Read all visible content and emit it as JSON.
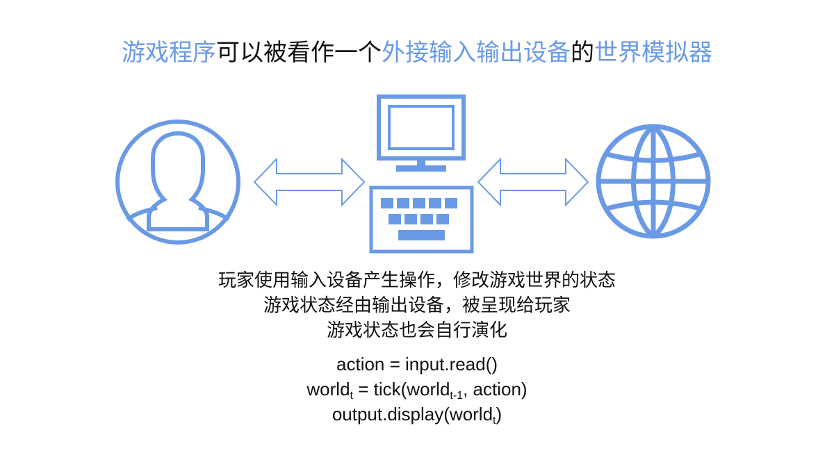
{
  "title": {
    "parts": [
      {
        "text": "游戏程序",
        "highlight": true
      },
      {
        "text": "可以被看作一个",
        "highlight": false
      },
      {
        "text": "外接输入输出设备",
        "highlight": true
      },
      {
        "text": "的",
        "highlight": false
      },
      {
        "text": "世界模拟器",
        "highlight": true
      }
    ]
  },
  "colors": {
    "accent": "#6a9ae6",
    "text": "#111111"
  },
  "icons": {
    "left": "user-icon",
    "center": "computer-icon",
    "right": "globe-icon",
    "arrows": "double-arrow-icon"
  },
  "description": {
    "lines": [
      "玩家使用输入设备产生操作，修改游戏世界的状态",
      "游戏状态经由输出设备，被呈现给玩家",
      "游戏状态也会自行演化"
    ]
  },
  "code": {
    "line1": "action = input.read()",
    "line2_prefix": "world",
    "line2_sub1": "t",
    "line2_mid": " = tick(world",
    "line2_sub2": "t-1",
    "line2_suffix": ", action)",
    "line3_prefix": "output.display(world",
    "line3_sub": "t",
    "line3_suffix": ")"
  }
}
